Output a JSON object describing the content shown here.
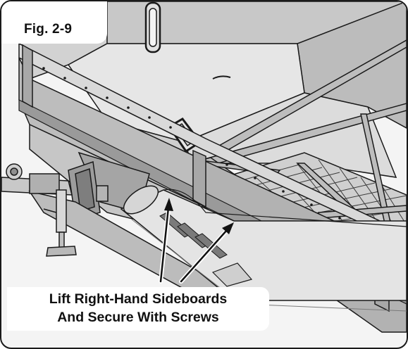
{
  "figure": {
    "label": "Fig.  2-9"
  },
  "callout": {
    "line1": "Lift Right-Hand Sideboards",
    "line2": "And Secure With Screws"
  },
  "colors": {
    "outline": "#1a1a1a",
    "panel_light": "#d9d9d9",
    "panel_mid": "#bdbdbd",
    "panel_dark": "#8f8f8f",
    "background": "#f4f4f4",
    "label_box": "#ffffff"
  }
}
